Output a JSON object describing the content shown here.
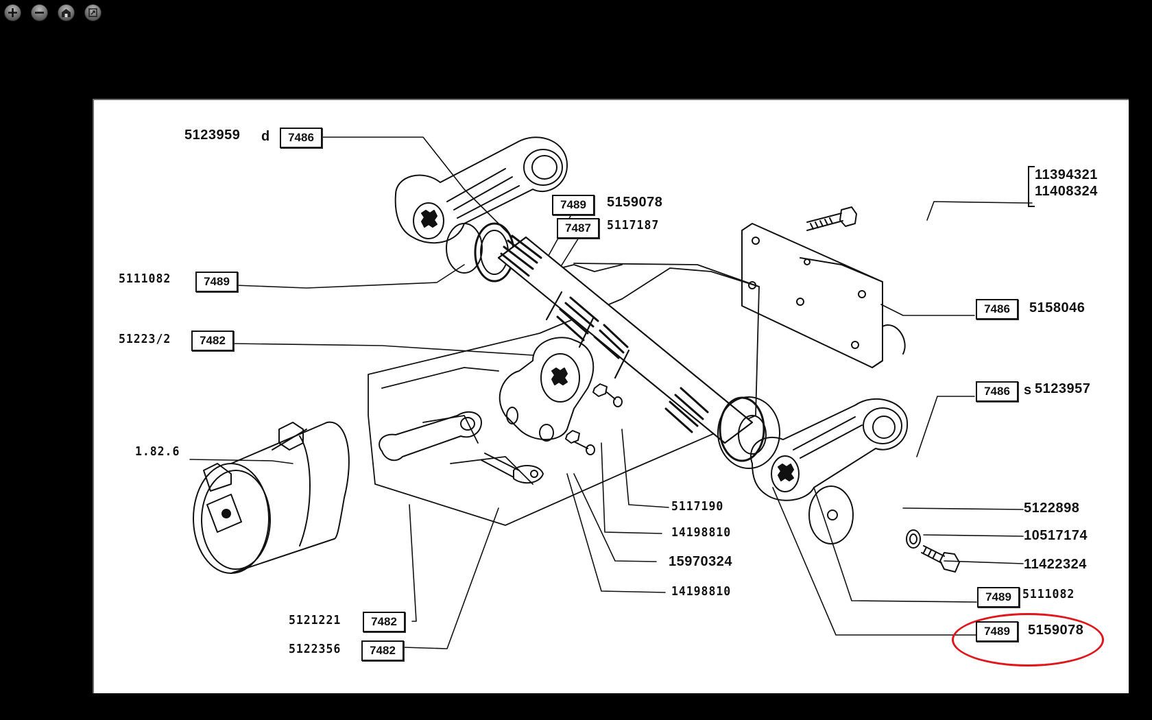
{
  "viewer": {
    "toolbar": [
      {
        "name": "zoom-in",
        "icon": "plus-icon"
      },
      {
        "name": "zoom-out",
        "icon": "minus-icon"
      },
      {
        "name": "home",
        "icon": "home-icon"
      },
      {
        "name": "fit",
        "icon": "fit-screen-icon"
      }
    ],
    "background": "#000000",
    "sheet_color": "#ffffff"
  },
  "diagram": {
    "callouts": [
      {
        "id": "c1",
        "part": "5123959",
        "suffix": "d",
        "group": "7486"
      },
      {
        "id": "c2",
        "part": "5159078",
        "group": "7489"
      },
      {
        "id": "c3",
        "part": "5117187",
        "group": "7487"
      },
      {
        "id": "c4",
        "part": "5111082",
        "group": "7489"
      },
      {
        "id": "c5",
        "part": "51223/2",
        "group": "7482"
      },
      {
        "id": "c6",
        "part": "1.82.6"
      },
      {
        "id": "c7",
        "part": "5121221",
        "group": "7482"
      },
      {
        "id": "c8",
        "part": "5122356",
        "group": "7482"
      },
      {
        "id": "c9",
        "parts": [
          "11394321",
          "11408324"
        ]
      },
      {
        "id": "c10",
        "part": "5158046",
        "group": "7486"
      },
      {
        "id": "c11",
        "part": "5123957",
        "prefix": "s",
        "group": "7486"
      },
      {
        "id": "c12",
        "part": "5122898"
      },
      {
        "id": "c13",
        "part": "10517174"
      },
      {
        "id": "c14",
        "part": "11422324"
      },
      {
        "id": "c15",
        "part": "5111082",
        "group": "7489"
      },
      {
        "id": "c16",
        "part": "5159078",
        "group": "7489",
        "highlighted": true
      },
      {
        "id": "c17",
        "part": "5117190"
      },
      {
        "id": "c18",
        "part": "14198810"
      },
      {
        "id": "c19",
        "part": "15970324"
      },
      {
        "id": "c20",
        "part": "14198810"
      }
    ],
    "highlight_color": "#e0161b"
  }
}
